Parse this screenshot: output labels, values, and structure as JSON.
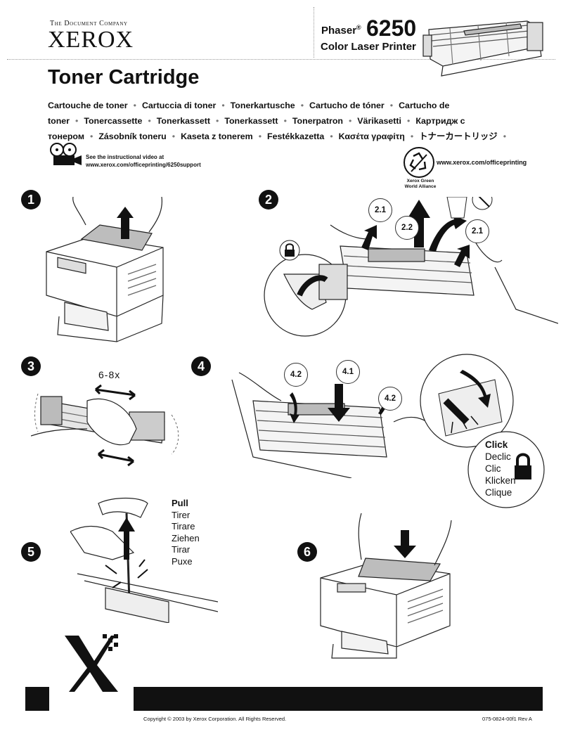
{
  "header": {
    "company": "The Document Company",
    "logo": "XEROX",
    "product_name": "Phaser",
    "registered": "®",
    "model": "6250",
    "product_subtitle": "Color Laser Printer"
  },
  "title": "Toner Cartridge",
  "translations": [
    "Cartouche de toner",
    "Cartuccia di toner",
    "Tonerkartusche",
    "Cartucho de tóner",
    "Cartucho de toner",
    "Tonercassette",
    "Tonerkassett",
    "Tonerkassett",
    "Tonerpatron",
    "Värikasetti",
    "Картридж с тонером",
    "Zásobník toneru",
    "Kaseta z tonerem",
    "Festékkazetta",
    "Κασέτα γραφίτη",
    "トナーカートリッジ"
  ],
  "separator": "•",
  "video": {
    "line1": "See the instructional video at",
    "line2": "www.xerox.com/officeprinting/6250support"
  },
  "recycle": {
    "line1": "Xerox Green",
    "line2": "World Alliance"
  },
  "website": "www.xerox.com/officeprinting",
  "steps": [
    "1",
    "2",
    "3",
    "4",
    "5",
    "6"
  ],
  "callouts": {
    "step2": [
      "2.1",
      "2.2",
      "2.1"
    ],
    "step4": [
      "4.2",
      "4.1",
      "4.2"
    ]
  },
  "shake_label": "6-8x",
  "click_words": [
    "Click",
    "Declic",
    "Clic",
    "Klicken",
    "Clique"
  ],
  "pull_words": [
    "Pull",
    "Tirer",
    "Tirare",
    "Ziehen",
    "Tirar",
    "Puxe"
  ],
  "footer": {
    "copyright": "Copyright © 2003 by Xerox Corporation.  All Rights Reserved.",
    "doc_number": "075-0824-00f1 Rev A"
  },
  "colors": {
    "ink": "#111111",
    "rule": "#999999"
  },
  "icons": [
    "video-projector-icon",
    "recycle-icon",
    "lock-icon",
    "arrow-up-icon",
    "arrow-down-icon",
    "xerox-x-logo"
  ]
}
